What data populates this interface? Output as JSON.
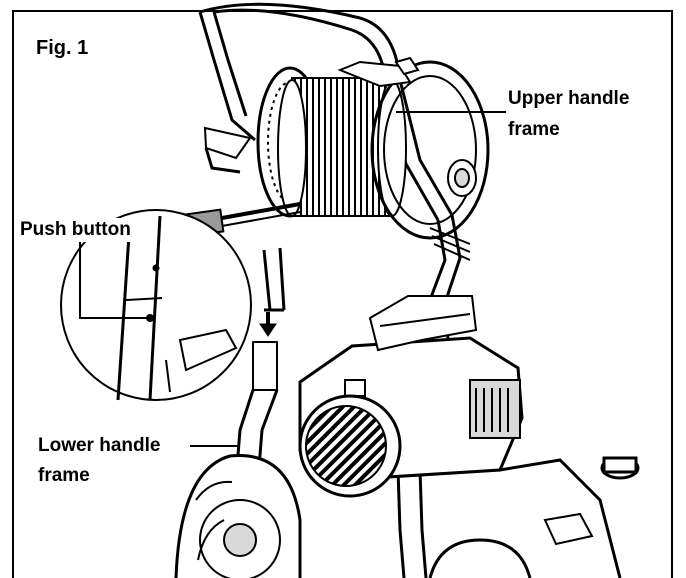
{
  "figure": {
    "title": "Fig. 1",
    "labels": {
      "upper_handle_line1": "Upper handle",
      "upper_handle_line2": "frame",
      "push_button": "Push button",
      "lower_handle_line1": "Lower handle",
      "lower_handle_line2": "frame"
    },
    "colors": {
      "line": "#000000",
      "fill_light": "#d9d9d9",
      "fill_mid": "#9a9a9a",
      "background": "#ffffff"
    }
  }
}
